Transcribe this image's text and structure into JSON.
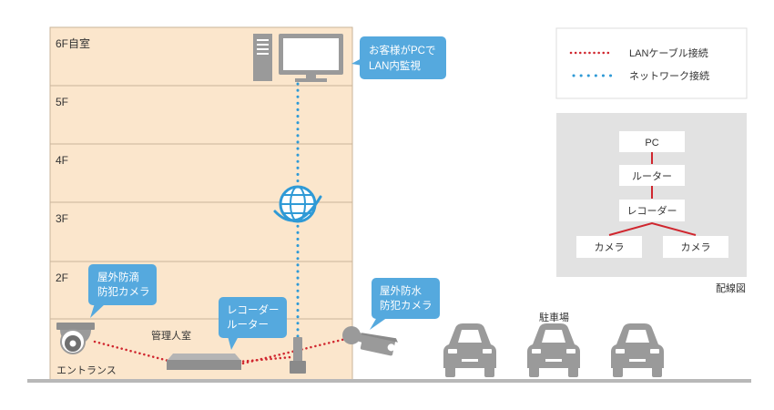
{
  "floors": [
    "6F自室",
    "5F",
    "4F",
    "3F",
    "2F"
  ],
  "ground_labels": {
    "entrance": "エントランス",
    "manager_room": "管理人室",
    "parking": "駐車場"
  },
  "callouts": {
    "pc": [
      "お客様がPCで",
      "LAN内監視"
    ],
    "recorder_router": [
      "レコーダー",
      "ルーター"
    ],
    "indoor_camera": [
      "屋外防滴",
      "防犯カメラ"
    ],
    "outdoor_camera": [
      "屋外防水",
      "防犯カメラ"
    ]
  },
  "legend": {
    "lan_cable": "LANケーブル接続",
    "network": "ネットワーク接続",
    "lan_color": "#d0262e",
    "network_color": "#2f9ad6"
  },
  "wiring_diagram": {
    "pc": "PC",
    "router": "ルーター",
    "recorder": "レコーダー",
    "camera_left": "カメラ",
    "camera_right": "カメラ",
    "caption": "配線図"
  },
  "colors": {
    "building_fill": "#fbe6cc",
    "building_line": "#c9b49a",
    "callout_blue": "#55a9de",
    "device_gray": "#9a9a9a",
    "panel_gray": "#e2e2e2",
    "ground": "#b8b8b8"
  },
  "icons": [
    "desktop-pc-icon",
    "globe-network-icon",
    "dome-camera-icon",
    "bullet-camera-icon",
    "recorder-router-icon",
    "car-icon"
  ]
}
